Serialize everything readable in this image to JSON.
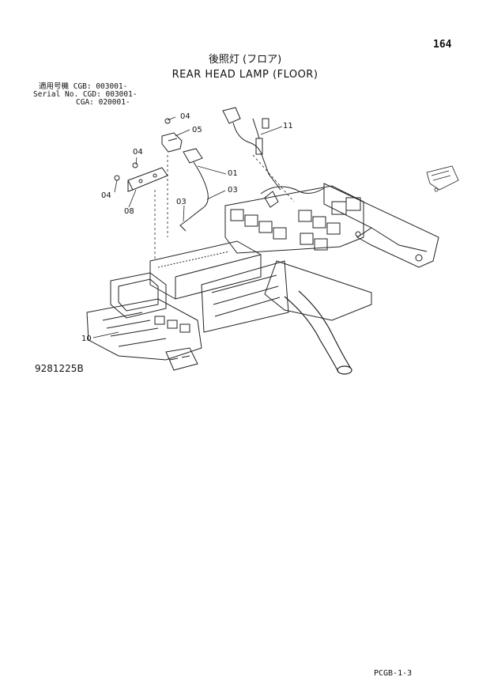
{
  "page": {
    "number": "164",
    "title_jp": "後照灯 (フロア)",
    "title_en": "REAR HEAD LAMP (FLOOR)",
    "serial_lines": [
      "適用号機 CGB: 003001-",
      "Serial No. CGD: 003001-",
      "CGA: 020001-"
    ],
    "figure_code": "9281225B",
    "footer": "PCGB-1-3"
  },
  "callouts": {
    "c04a": "04",
    "c05": "05",
    "c11": "11",
    "c04b": "04",
    "c01": "01",
    "c03a": "03",
    "c04c": "04",
    "c08": "08",
    "c03b": "03",
    "c10": "10"
  }
}
